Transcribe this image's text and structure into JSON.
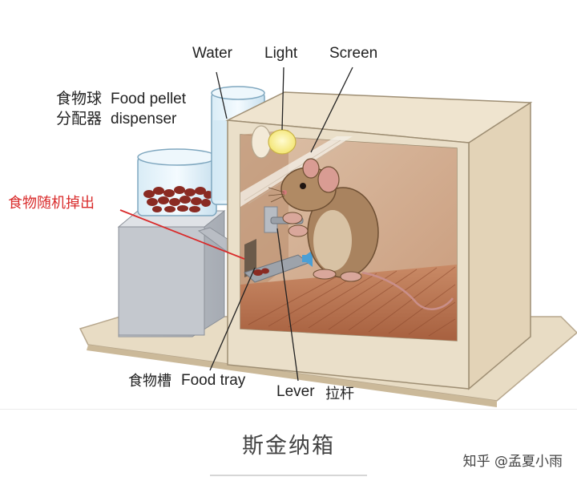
{
  "labels": {
    "water": "Water",
    "light": "Light",
    "screen": "Screen",
    "dispenser_cn_1": "食物球",
    "dispenser_cn_2": "分配器",
    "dispenser_en_1": "Food pellet",
    "dispenser_en_2": "dispenser",
    "random_drop_cn": "食物随机掉出",
    "tray_cn": "食物槽",
    "tray_en": "Food tray",
    "lever_en": "Lever",
    "lever_cn": "拉杆"
  },
  "caption": "斯金纳箱",
  "watermark": "知乎 @孟夏小雨",
  "colors": {
    "highlight_text": "#d92b2b",
    "box_wall": "#e9dcc6",
    "floor": "#b8734f",
    "mouse_fur": "#a9835f"
  }
}
